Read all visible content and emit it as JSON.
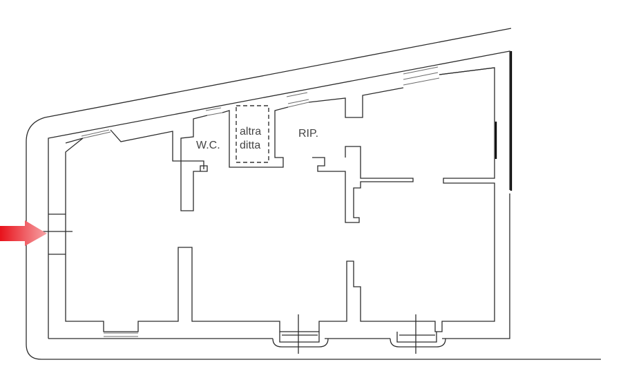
{
  "rooms": [
    {
      "id": "wc",
      "label": "W.C."
    },
    {
      "id": "altra",
      "label_line1": "altra",
      "label_line2": "ditta"
    },
    {
      "id": "rip",
      "label": "RIP."
    }
  ],
  "entrance_arrow": {
    "color": "#e8121b",
    "fade_color": "#f6a3a6"
  },
  "icons": {
    "entrance": "arrow-right-icon"
  }
}
